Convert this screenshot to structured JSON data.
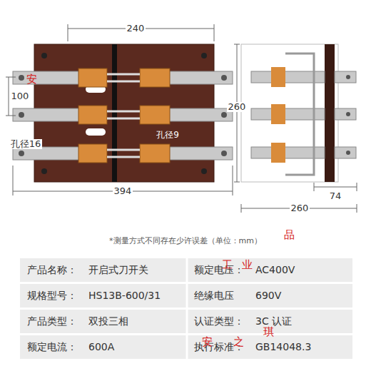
{
  "diagram": {
    "labels": [
      "240",
      "100",
      "孔径16",
      "孔径9",
      "394",
      "260",
      "74",
      "260",
      "*测量方式不同存在少许误差（单位：mm）",
      "产品名称：",
      "开启式刀开关",
      "额定电压：",
      "AC400V",
      "规格型号：",
      "HS13B-600/31",
      "绝缘电压",
      "690V",
      "产品类型：",
      "双投三相",
      "认证类型：",
      "3C 认证",
      "额定电流：",
      "600A",
      "执行标准：",
      "GB14048.3",
      "安",
      "品",
      "工",
      "业",
      "安",
      "之",
      "琪"
    ]
  }
}
